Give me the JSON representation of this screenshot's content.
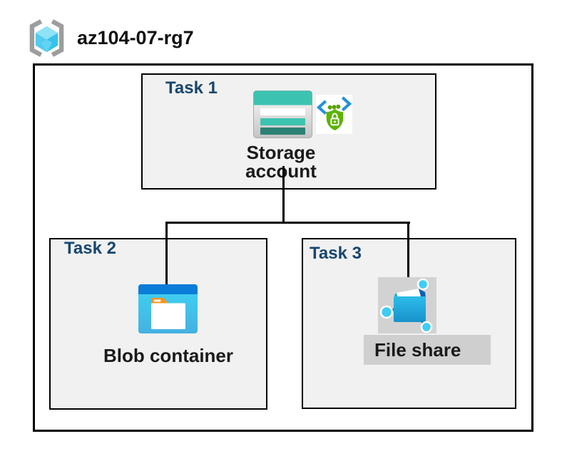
{
  "header": {
    "resource_group_name": "az104-07-rg7"
  },
  "boxes": {
    "task1": {
      "label": "Task 1",
      "resource": "Storage account"
    },
    "task2": {
      "label": "Task 2",
      "resource": "Blob container"
    },
    "task3": {
      "label": "Task 3",
      "resource": "File share"
    }
  },
  "icons": {
    "resource_group": "resource-group-icon",
    "storage_account": "storage-account-icon",
    "sas_security": "code-shield-lock-icon",
    "blob_container": "blob-container-icon",
    "file_share": "file-share-icon"
  },
  "colors": {
    "task_label_navy": "#17466E",
    "box_fill_gray": "#F1F1F1",
    "outline_black": "#000000",
    "storage_teal": "#3CC3B0",
    "storage_teal_dark": "#2B8173",
    "blob_top_blue": "#0B7CD8",
    "blob_body_cyan": "#3ED0F2",
    "folder_tab_orange": "#F6941E",
    "shield_green": "#5DB300",
    "code_bracket_blue": "#2590DB",
    "node_cyan": "#3ECDF6",
    "fileshare_bg_gray": "#D2D2D2",
    "label_band_gray": "#CFCFCF",
    "rg_bracket_gray": "#9D9D9D",
    "rg_cube_cyan": "#52CBF0"
  }
}
